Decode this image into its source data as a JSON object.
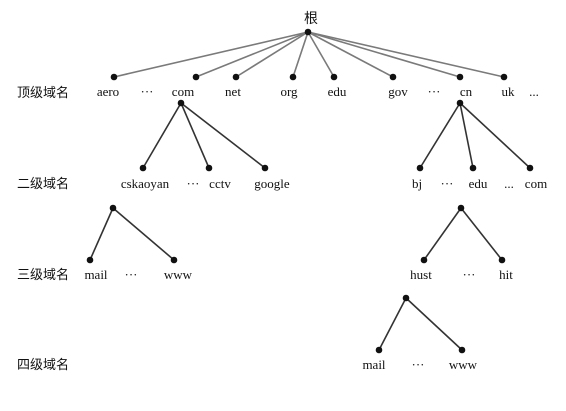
{
  "root_label": "根",
  "level_labels": {
    "top": "顶级域名",
    "second": "二级域名",
    "third": "三级域名",
    "fourth": "四级域名"
  },
  "top_level": {
    "aero": "aero",
    "ellipsis_1": "···",
    "com": "com",
    "net": "net",
    "org": "org",
    "edu": "edu",
    "gov": "gov",
    "ellipsis_2": "···",
    "cn": "cn",
    "uk": "uk",
    "ellipsis_3": "..."
  },
  "com_children": {
    "cskaoyan": "cskaoyan",
    "ellipsis": "···",
    "cctv": "cctv",
    "google": "google"
  },
  "cn_children": {
    "bj": "bj",
    "ellipsis_1": "···",
    "edu": "edu",
    "ellipsis_2": "...",
    "com": "com"
  },
  "cskaoyan_children": {
    "mail": "mail",
    "ellipsis": "···",
    "www": "www"
  },
  "cn_edu_children": {
    "hust": "hust",
    "ellipsis": "···",
    "hit": "hit"
  },
  "hust_children": {
    "mail": "mail",
    "ellipsis": "···",
    "www": "www"
  },
  "colors": {
    "root_edges": "#7a7a7a",
    "tree_edges": "#333333",
    "nodes": "#111111"
  }
}
